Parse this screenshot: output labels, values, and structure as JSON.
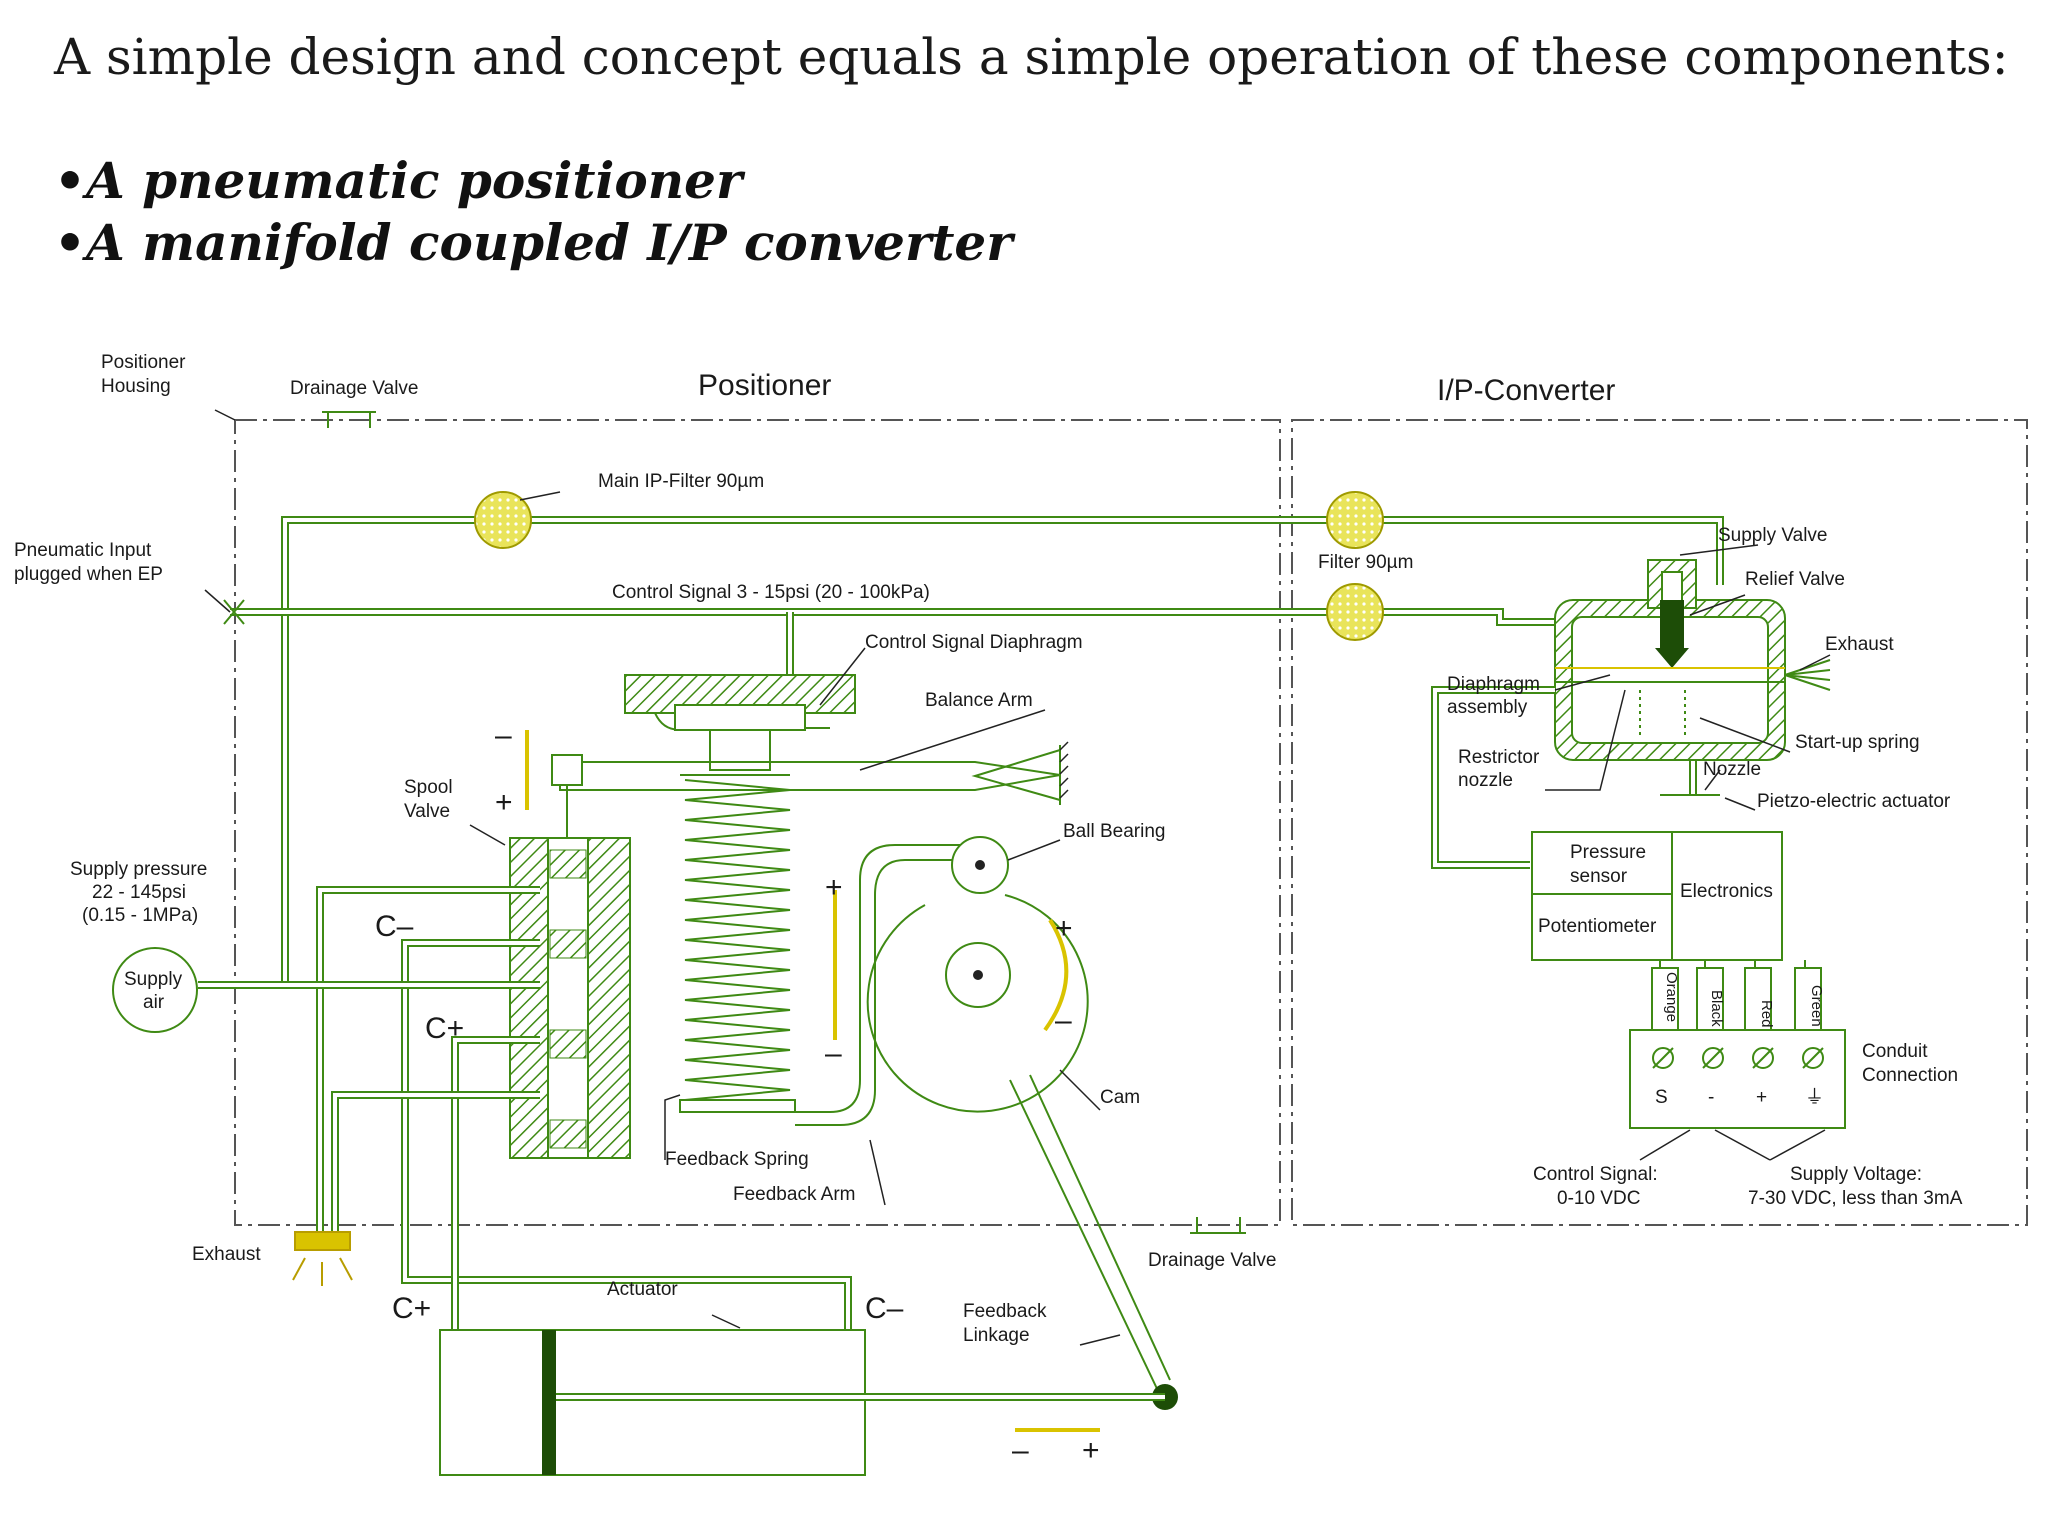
{
  "heading": "A simple design and concept equals a simple operation of these components:",
  "bullets": [
    "•A pneumatic positioner",
    "•A manifold coupled I/P converter"
  ],
  "diagram": {
    "positioner_title": "Positioner",
    "converter_title": "I/P-Converter",
    "labels": {
      "positioner_housing": [
        "Positioner",
        "Housing"
      ],
      "drainage_valve_top": "Drainage Valve",
      "main_filter": "Main IP-Filter 90µm",
      "pneumatic_input": [
        "Pneumatic Input",
        "plugged when EP"
      ],
      "control_signal": "Control Signal 3 - 15psi  (20 - 100kPa)",
      "control_signal_diaphragm": "Control Signal Diaphragm",
      "balance_arm": "Balance Arm",
      "spool_valve": [
        "Spool",
        "Valve"
      ],
      "ball_bearing": "Ball Bearing",
      "supply_pressure": [
        "Supply pressure",
        "22 - 145psi",
        "(0.15 - 1MPa)"
      ],
      "supply_air": [
        "Supply",
        "air"
      ],
      "cam": "Cam",
      "feedback_spring": "Feedback Spring",
      "feedback_arm": "Feedback Arm",
      "exhaust_left": "Exhaust",
      "drainage_valve_bottom": "Drainage Valve",
      "actuator": "Actuator",
      "feedback_linkage": [
        "Feedback",
        "Linkage"
      ],
      "filter": "Filter 90µm",
      "supply_valve": "Supply Valve",
      "relief_valve": "Relief Valve",
      "exhaust_right": "Exhaust",
      "diaphragm_assembly": [
        "Diaphragm",
        "assembly"
      ],
      "startup_spring": "Start-up spring",
      "restrictor_nozzle": [
        "Restrictor",
        "nozzle"
      ],
      "nozzle": "Nozzle",
      "piezo": "Pietzo-electric actuator",
      "pressure_sensor": [
        "Pressure",
        "sensor"
      ],
      "electronics": "Electronics",
      "potentiometer": "Potentiometer",
      "wires": [
        "Orange",
        "Black",
        "Red",
        "Green"
      ],
      "terminal_marks": [
        "S",
        "-",
        "+",
        "⏚"
      ],
      "conduit": [
        "Conduit",
        "Connection"
      ],
      "control_signal_v": [
        "Control Signal:",
        "0-10 VDC"
      ],
      "supply_voltage": [
        "Supply Voltage:",
        "7-30 VDC, less than 3mA"
      ],
      "c_minus_top": "C–",
      "c_plus_mid": "C+",
      "c_plus_bottom": "C+",
      "c_minus_bottom": "C–",
      "minus": "–",
      "plus": "+"
    }
  },
  "colors": {
    "line": "#3f8a14",
    "accent": "#d9c300"
  }
}
